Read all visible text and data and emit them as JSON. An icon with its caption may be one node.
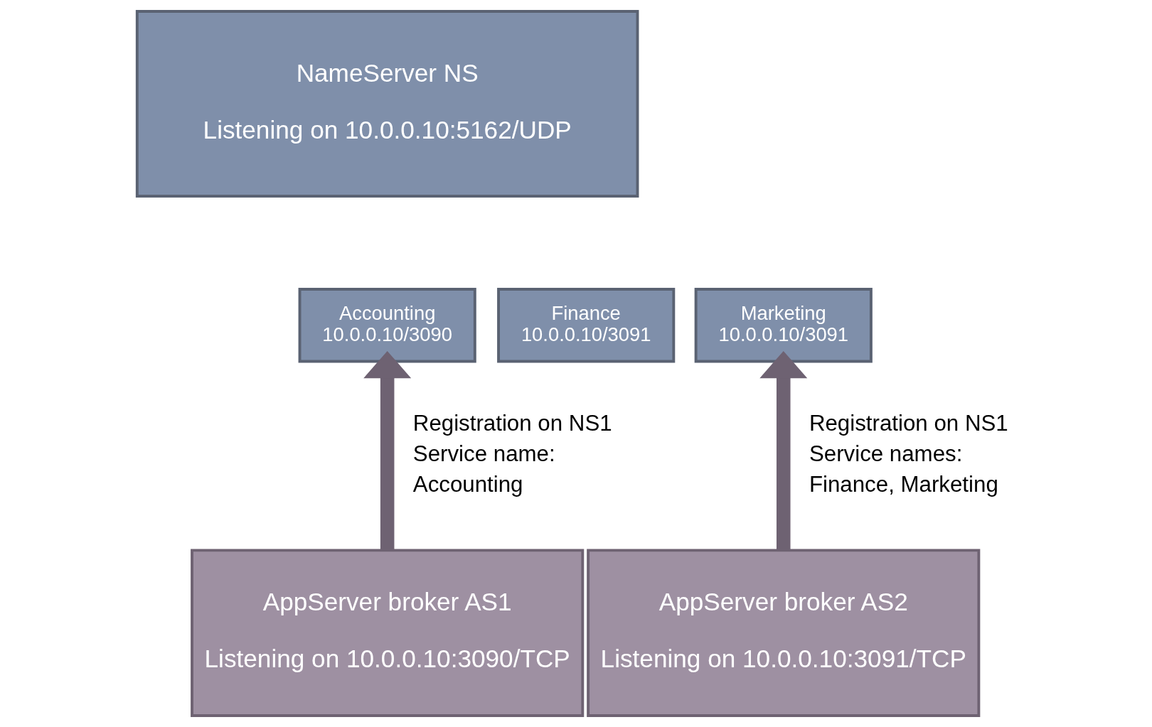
{
  "diagram": {
    "nodes": [
      {
        "text": [
          "NameServer NS",
          "Listening on 10.0.0.10:5162/UDP"
        ]
      },
      {
        "text": [
          "Accounting 10.0.0.10/3090"
        ]
      },
      {
        "text": [
          "Finance 10.0.0.10/3091"
        ]
      },
      {
        "text": [
          "Marketing 10.0.0.10/3091"
        ]
      },
      {
        "text": [
          "AppServer broker AS1",
          "Listening on 10.0.0.10:3090/TCP"
        ]
      },
      {
        "text": [
          "AppServer broker AS2",
          "Listening on 10.0.0.10:3091/TCP"
        ]
      }
    ],
    "edges": [
      {
        "from": 4,
        "to": 1,
        "arrow": "to",
        "label": "Registration on NS1 Service name: Accounting"
      },
      {
        "from": 5,
        "to": 3,
        "arrow": "to",
        "label": "Registration on NS1 Service names: Finance, Marketing"
      }
    ]
  }
}
